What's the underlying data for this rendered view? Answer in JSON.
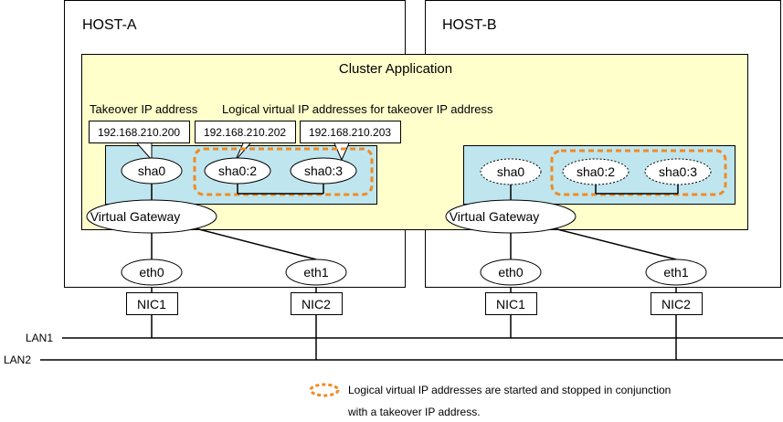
{
  "hosts": [
    {
      "name": "HOST-A",
      "sha0": "sha0",
      "sha02": "sha0:2",
      "sha03": "sha0:3",
      "gateway": "Virtual Gateway",
      "eth0": "eth0",
      "eth1": "eth1",
      "nic1": "NIC1",
      "nic2": "NIC2"
    },
    {
      "name": "HOST-B",
      "sha0": "sha0",
      "sha02": "sha0:2",
      "sha03": "sha0:3",
      "gateway": "Virtual Gateway",
      "eth0": "eth0",
      "eth1": "eth1",
      "nic1": "NIC1",
      "nic2": "NIC2"
    }
  ],
  "cluster_app_label": "Cluster Application",
  "takeover_label": "Takeover IP address",
  "logical_label": "Logical virtual IP addresses for takeover IP address",
  "ip_addresses": [
    "192.168.210.200",
    "192.168.210.202",
    "192.168.210.203"
  ],
  "lans": [
    "LAN1",
    "LAN2"
  ],
  "legend": {
    "line1": "Logical virtual IP addresses are started and stopped in conjunction",
    "line2": "with a takeover IP address."
  },
  "colors": {
    "cluster_fill": "#ffffcc",
    "interface_fill": "#bfe6ee",
    "logical_outline": "#f08a24"
  }
}
